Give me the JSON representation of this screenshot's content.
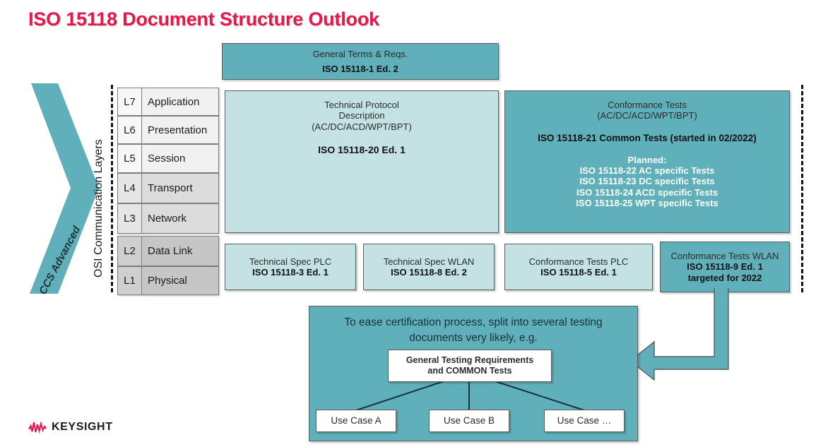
{
  "page": {
    "title": "ISO 15118 Document Structure Outlook",
    "title_color": "#E8174B",
    "accent_teal": "#5FB0BA",
    "accent_light_blue": "#C4E2E4"
  },
  "left_labels": {
    "ccs_band": "CCS Advanced",
    "osi_axis": "OSI Communication Layers"
  },
  "osi_layers": [
    {
      "id": "L7",
      "name": "Application"
    },
    {
      "id": "L6",
      "name": "Presentation"
    },
    {
      "id": "L5",
      "name": "Session"
    },
    {
      "id": "L4",
      "name": "Transport"
    },
    {
      "id": "L3",
      "name": "Network"
    },
    {
      "id": "L2",
      "name": "Data Link"
    },
    {
      "id": "L1",
      "name": "Physical"
    }
  ],
  "top_box": {
    "subtitle": "General Terms & Reqs.",
    "standard": "ISO 15118-1 Ed. 2"
  },
  "protocol_box": {
    "line1": "Technical Protocol",
    "line2": "Description",
    "line3": "(AC/DC/ACD/WPT/BPT)",
    "standard": "ISO 15118-20 Ed. 1"
  },
  "conformance_box": {
    "line1": "Conformance Tests",
    "line2": "(AC/DC/ACD/WPT/BPT)",
    "standard": "ISO 15118-21 Common Tests (started in 02/2022)",
    "planned_heading": "Planned:",
    "planned": [
      "ISO 15118-22 AC specific Tests",
      "ISO 15118-23 DC specific Tests",
      "ISO 15118-24 ACD specific Tests",
      "ISO 15118-25 WPT specific Tests"
    ]
  },
  "lower_layer_boxes": [
    {
      "subtitle": "Technical Spec PLC",
      "standard": "ISO 15118-3 Ed. 1",
      "extra": "",
      "style": "lblue"
    },
    {
      "subtitle": "Technical Spec WLAN",
      "standard": "ISO 15118-8 Ed. 2",
      "extra": "",
      "style": "lblue"
    },
    {
      "subtitle": "Conformance Tests PLC",
      "standard": "ISO 15118-5 Ed. 1",
      "extra": "",
      "style": "lblue"
    },
    {
      "subtitle": "Conformance Tests WLAN",
      "standard": "ISO 15118-9 Ed. 1",
      "extra": "targeted for 2022",
      "style": "teal"
    }
  ],
  "bottom_panel": {
    "note_line1": "To ease certification process, split into several testing",
    "note_line2": "documents very likely, e.g.",
    "root_box_line1": "General Testing Requirements",
    "root_box_line2": "and COMMON Tests",
    "use_cases": [
      "Use Case A",
      "Use Case B",
      "Use Case …"
    ]
  },
  "footer": {
    "logo_text": "KEYSIGHT",
    "logo_mark_color": "#E8174B"
  }
}
